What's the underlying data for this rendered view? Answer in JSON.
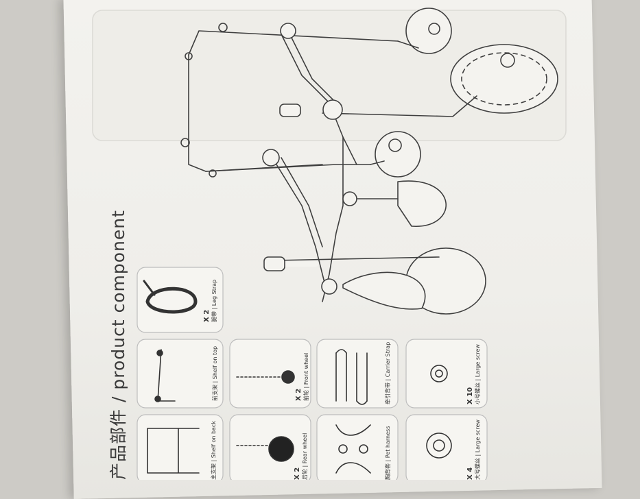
{
  "heading": {
    "chinese": "产品部件",
    "separator": "/",
    "english": "product component"
  },
  "components": [
    {
      "qty": "X 2",
      "label": "腿带 | Leg Strap"
    },
    {
      "qty": "",
      "label": "前支架 | Shelf on top"
    },
    {
      "qty": "X 2",
      "label": "前轮 | Front wheel"
    },
    {
      "qty": "",
      "label": "牵引背带 | Carrier Strap"
    },
    {
      "qty": "X 10",
      "label": "小号螺丝 | Large screw"
    },
    {
      "qty": "",
      "label": "主支架 | Shelf on back"
    },
    {
      "qty": "X 2",
      "label": "后轮 | Rear wheel"
    },
    {
      "qty": "",
      "label": "胸背套 | Pet harness"
    },
    {
      "qty": "X 4",
      "label": "大号螺丝 | Large screw"
    }
  ],
  "colors": {
    "background": "#cdcbc6",
    "paper": "#f1f0ec",
    "line": "#3f3f3f",
    "box_border": "#bdbdbd"
  }
}
